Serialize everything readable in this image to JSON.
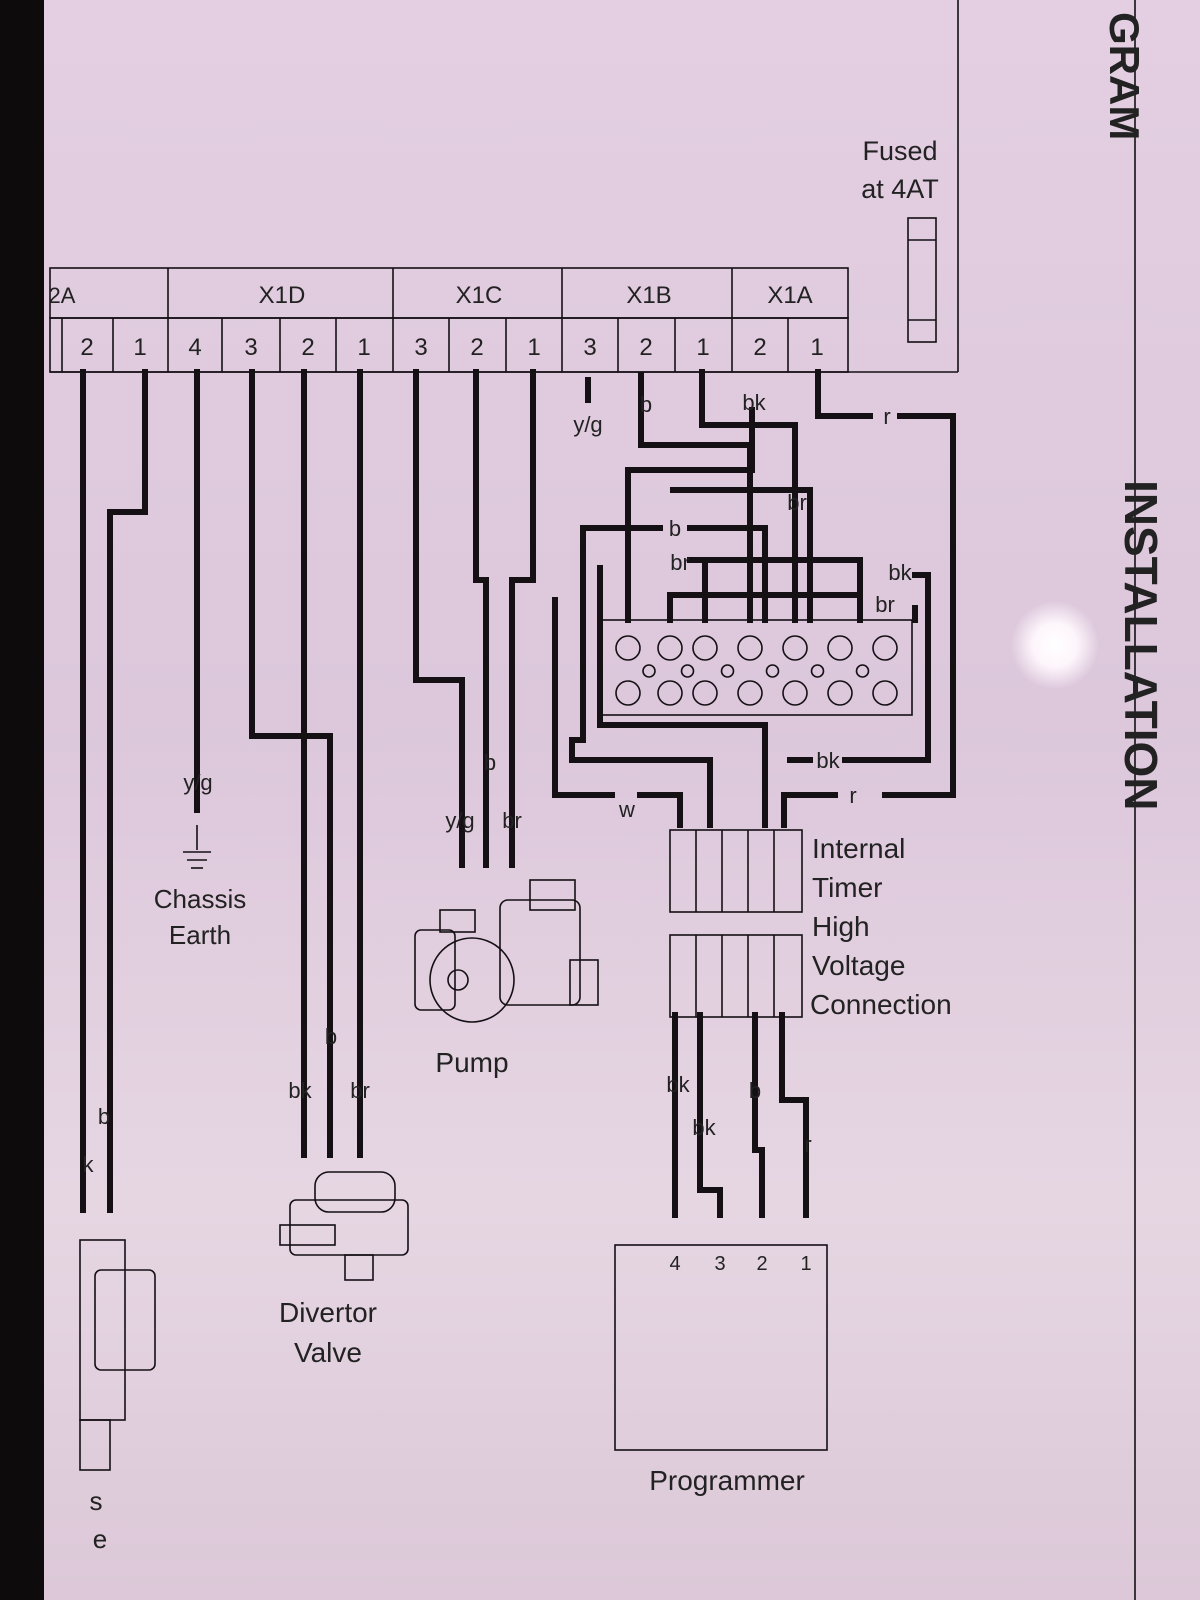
{
  "header": {
    "gram": "GRAM",
    "installation": "INSTALLATION",
    "fused": [
      "Fused",
      "at 4AT"
    ]
  },
  "terminal_blocks": [
    {
      "name": "2A",
      "pins": [
        "2",
        "1"
      ]
    },
    {
      "name": "X1D",
      "pins": [
        "4",
        "3",
        "2",
        "1"
      ]
    },
    {
      "name": "X1C",
      "pins": [
        "3",
        "2",
        "1"
      ]
    },
    {
      "name": "X1B",
      "pins": [
        "3",
        "2",
        "1"
      ]
    },
    {
      "name": "X1A",
      "pins": [
        "2",
        "1"
      ]
    }
  ],
  "wire_labels": {
    "yg_top": "y/g",
    "b_top": "b",
    "bk_top": "bk",
    "r_top": "r",
    "br_right": "br",
    "b_mid": "b",
    "br_mid": "br",
    "bk_right": "bk",
    "br_right2": "br",
    "bk_timer": "bk",
    "r_timer": "r",
    "w_timer": "w",
    "yg_earth": "y/g",
    "pump_b": "b",
    "pump_yg": "y/g",
    "pump_br": "br",
    "div_b": "b",
    "div_bk": "bk",
    "div_br": "br",
    "left_b": "b",
    "left_bk": "k",
    "prog_bk1": "bk",
    "prog_bk2": "bk",
    "prog_b": "b",
    "prog_r": "r"
  },
  "components": {
    "chassis_earth": [
      "Chassis",
      "Earth"
    ],
    "pump": "Pump",
    "divertor_valve": [
      "Divertor",
      "Valve"
    ],
    "internal_timer": [
      "Internal",
      "Timer",
      "High",
      "Voltage",
      "Connection"
    ],
    "programmer": "Programmer",
    "programmer_pins": [
      "4",
      "3",
      "2",
      "1"
    ],
    "left_partial": [
      "s",
      "e"
    ]
  }
}
